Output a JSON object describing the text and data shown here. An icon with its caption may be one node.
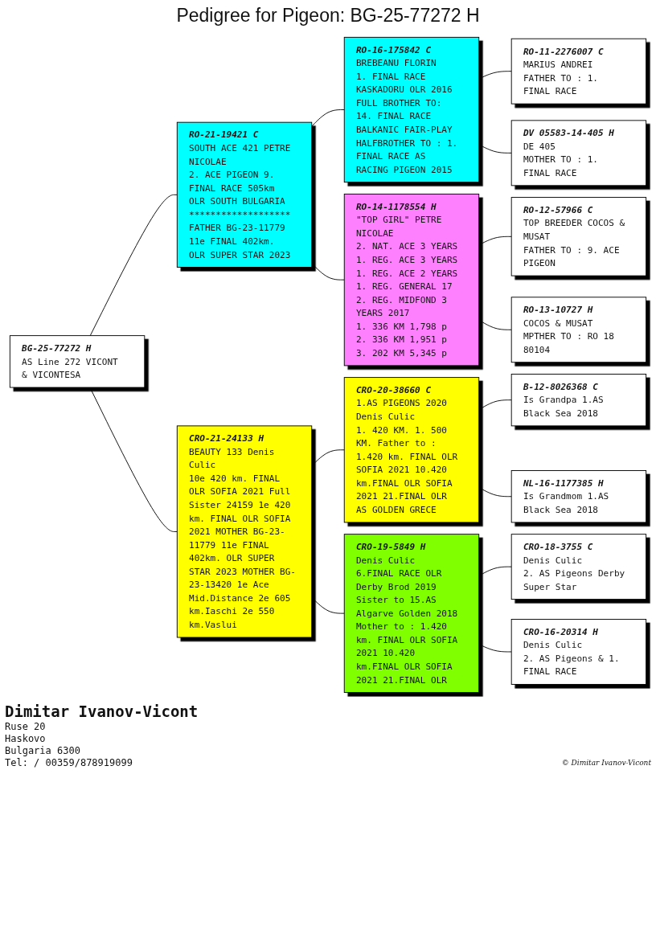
{
  "diagram": {
    "title": "Pedigree for Pigeon: BG-25-77272 H",
    "nodes": [
      {
        "text": [
          "BG-25-77272 H",
          "AS Line 272 VICONT & VICONTESA"
        ]
      },
      {
        "text": [
          "RO-21-19421 C",
          "SOUTH ACE 421 PETRE NICOLAE",
          "2. ACE PIGEON 9. FINAL RACE 505km OLR SOUTH BULGARIA ******************* FATHER BG-23-11779 11e FINAL 402km. OLR SUPER STAR 2023"
        ]
      },
      {
        "text": [
          "RO-16-175842 C",
          "BREBEANU FLORIN",
          "1. FINAL RACE KASKADORU OLR 2016",
          "FULL BROTHER TO: 14. FINAL RACE BALKANIC FAIR-PLAY",
          "HALFBROTHER TO : 1. FINAL RACE AS RACING PIGEON 2015"
        ]
      },
      {
        "text": [
          "RO-11-2276007 C",
          "MARIUS ANDREI",
          "FATHER TO : 1. FINAL RACE"
        ]
      },
      {
        "text": [
          "DV 05583-14-405 H",
          "DE 405",
          "MOTHER TO : 1. FINAL RACE"
        ]
      },
      {
        "text": [
          "RO-14-1178554 H",
          "\"TOP GIRL\" PETRE NICOLAE",
          "2. NAT. ACE 3 YEARS 1. REG. ACE 3 YEARS 1. REG. ACE 2 YEARS 1. REG. GENERAL 17 2. REG. MIDFOND 3 YEARS 2017",
          "1. 336 KM 1,798 p 2. 336 KM 1,951 p 3. 202 KM 5,345 p"
        ]
      },
      {
        "text": [
          "RO-12-57966 C",
          "TOP BREEDER COCOS & MUSAT",
          "FATHER TO : 9. ACE PIGEON"
        ]
      },
      {
        "text": [
          "RO-13-10727 H",
          "COCOS & MUSAT",
          "MPTHER TO : RO 18 80104"
        ]
      },
      {
        "text": [
          "CRO-21-24133 H",
          "BEAUTY 133 Denis Culic",
          "10e 420 km. FINAL OLR SOFIA 2021 Full Sister 24159 1e 420 km. FINAL OLR SOFIA 2021 MOTHER BG-23-11779 11e FINAL 402km. OLR SUPER STAR 2023 MOTHER BG-23-13420 1e Ace Mid.Distance 2e 605 km.Iaschi 2e 550 km.Vaslui"
        ]
      },
      {
        "text": [
          "CRO-20-38660 C",
          "1.AS PIGEONS 2020 Denis Culic",
          "1. 420 KM. 1. 500 KM. Father to : 1.420 km. FINAL OLR SOFIA 2021 10.420 km.FINAL OLR SOFIA 2021 21.FINAL OLR AS GOLDEN GRECE"
        ]
      },
      {
        "text": [
          "B-12-8026368 C",
          "Is Grandpa 1.AS Black Sea 2018"
        ]
      },
      {
        "text": [
          "NL-16-1177385 H",
          "Is Grandmom 1.AS Black Sea 2018"
        ]
      },
      {
        "text": [
          "CRO-19-5849 H",
          "Denis Culic",
          "6.FINAL RACE OLR Derby Brod 2019 Sister to 15.AS Algarve Golden 2018 Mother to : 1.420 km. FINAL OLR SOFIA 2021 10.420 km.FINAL OLR SOFIA 2021 21.FINAL OLR"
        ]
      },
      {
        "text": [
          "CRO-18-3755 C",
          "Denis Culic",
          "2. AS Pigeons Derby Super Star"
        ]
      },
      {
        "text": [
          "CRO-16-20314 H",
          "Denis Culic",
          "2. AS Pigeons & 1. FINAL RACE"
        ]
      }
    ],
    "edges": [
      {
        "from": 0,
        "to": 1,
        "arrow": "none"
      },
      {
        "from": 0,
        "to": 8,
        "arrow": "none"
      },
      {
        "from": 1,
        "to": 2,
        "arrow": "none"
      },
      {
        "from": 1,
        "to": 5,
        "arrow": "none"
      },
      {
        "from": 2,
        "to": 3,
        "arrow": "none"
      },
      {
        "from": 2,
        "to": 4,
        "arrow": "none"
      },
      {
        "from": 5,
        "to": 6,
        "arrow": "none"
      },
      {
        "from": 5,
        "to": 7,
        "arrow": "none"
      },
      {
        "from": 8,
        "to": 9,
        "arrow": "none"
      },
      {
        "from": 8,
        "to": 12,
        "arrow": "none"
      },
      {
        "from": 9,
        "to": 10,
        "arrow": "none"
      },
      {
        "from": 9,
        "to": 11,
        "arrow": "none"
      },
      {
        "from": 12,
        "to": 13,
        "arrow": "none"
      },
      {
        "from": 12,
        "to": 14,
        "arrow": "none"
      }
    ],
    "labels": [
      "Dimitar Ivanov-Vicont",
      "Ruse 20",
      "Haskovo",
      "Bulgaria 6300",
      "Tel: / 00359/878919099",
      "© Dimitar Ivanov-Vicont"
    ]
  }
}
